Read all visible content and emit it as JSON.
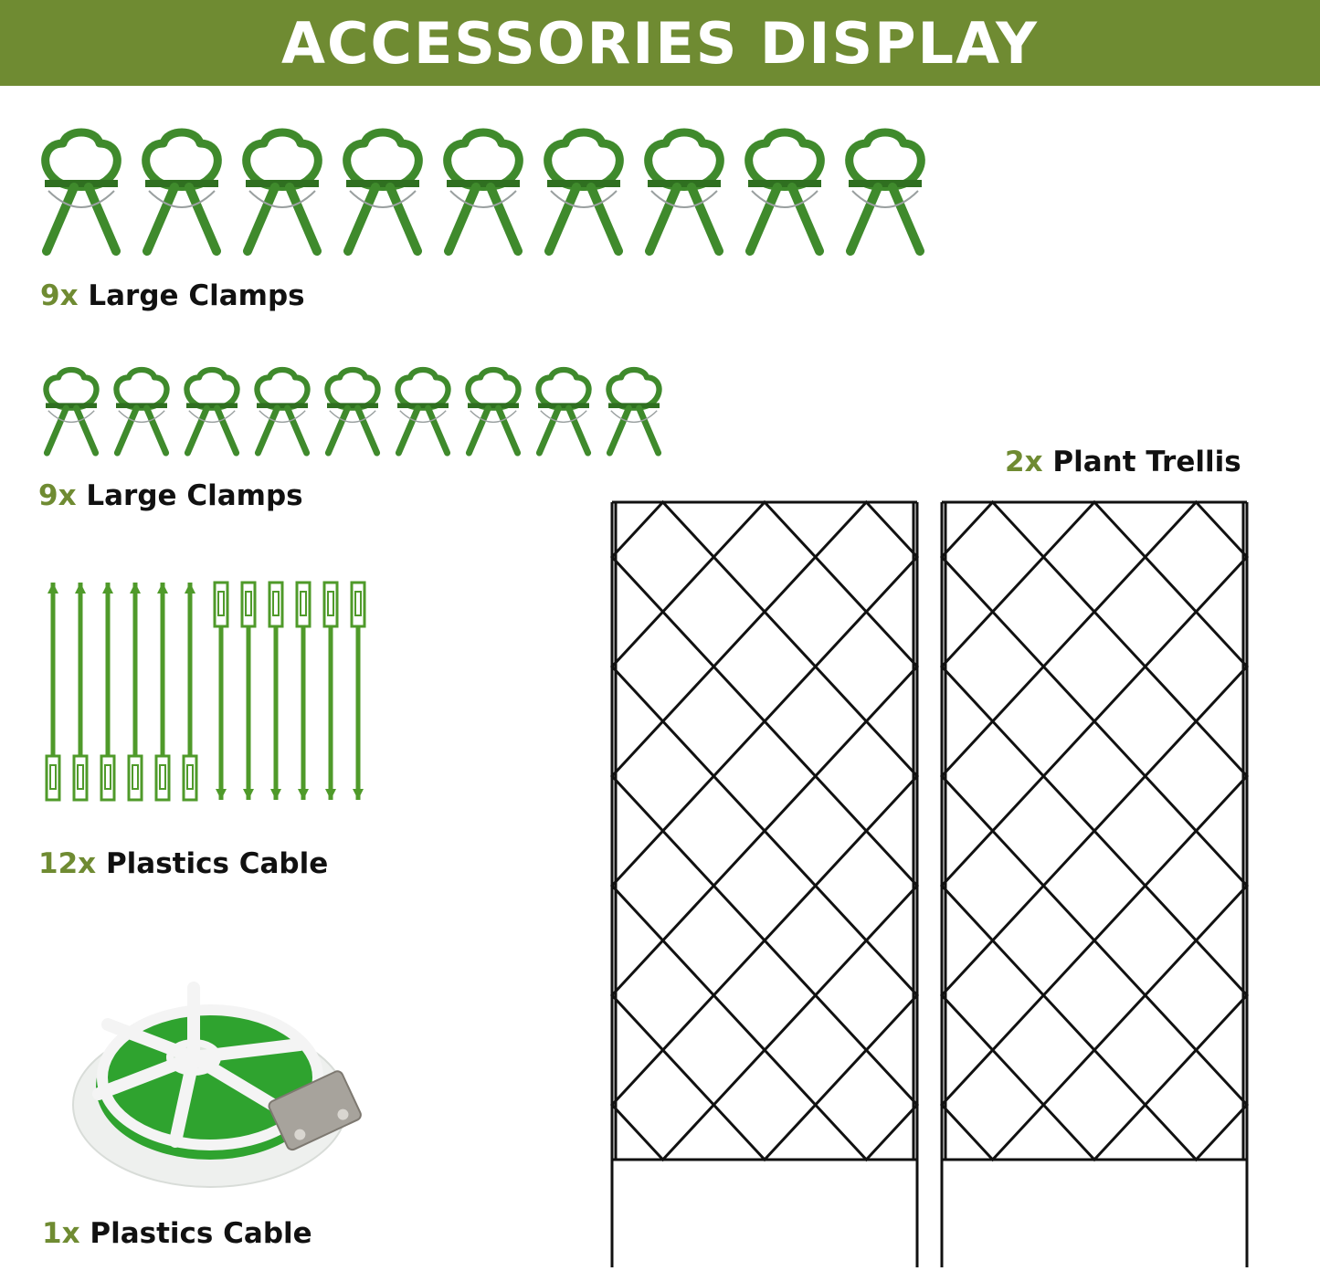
{
  "banner": {
    "title": "ACCESSORIES DISPLAY"
  },
  "colors": {
    "banner": "#6f8b32",
    "accent": "#6f8b32",
    "clip": "#3f8a2c",
    "tie": "#4f9a2a",
    "spool": "#2fa32f",
    "trellis": "#111111"
  },
  "items": {
    "large_clamps": {
      "qty": "9x",
      "label": "Large Clamps",
      "count": 9
    },
    "small_clamps": {
      "qty": "9x",
      "label": "Large Clamps",
      "count": 9
    },
    "plastic_ties": {
      "qty": "12x",
      "label": "Plastics Cable",
      "count": 12
    },
    "tie_wire": {
      "qty": "1x",
      "label": "Plastics Cable"
    },
    "trellis": {
      "qty": "2x",
      "label": "Plant Trellis",
      "count": 2
    }
  },
  "icons": [
    "plant-clip-icon",
    "cable-tie-icon",
    "tie-wire-spool-icon",
    "trellis-icon"
  ]
}
